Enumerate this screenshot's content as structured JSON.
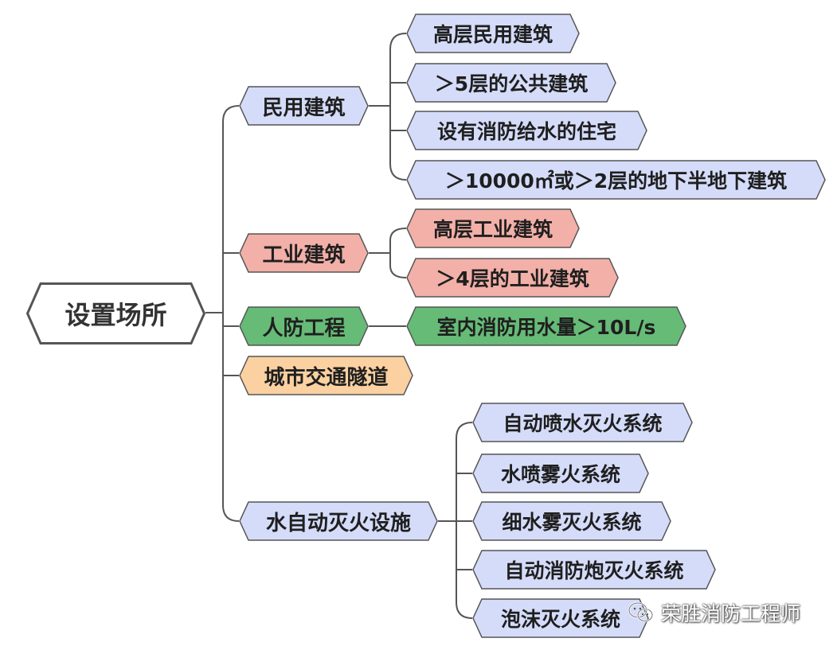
{
  "colors": {
    "blue": "#d5dcf9",
    "red": "#f2b0a8",
    "green": "#66bb77",
    "orange": "#fbd1a1",
    "root": "#ffffff",
    "stroke": "#555555",
    "line": "#555555"
  },
  "root": {
    "label": "设置场所"
  },
  "branches": [
    {
      "label": "民用建筑",
      "color": "blue",
      "children": [
        "高层民用建筑",
        "＞5层的公共建筑",
        "设有消防给水的住宅",
        "＞10000㎡或＞2层的地下半地下建筑"
      ]
    },
    {
      "label": "工业建筑",
      "color": "red",
      "children": [
        "高层工业建筑",
        "＞4层的工业建筑"
      ]
    },
    {
      "label": "人防工程",
      "color": "green",
      "children": [
        "室内消防用水量＞10L/s"
      ]
    },
    {
      "label": "城市交通隧道",
      "color": "orange",
      "children": []
    },
    {
      "label": "水自动灭火设施",
      "color": "blue",
      "children": [
        "自动喷水灭火系统",
        "水喷雾火系统",
        "细水雾灭火系统",
        "自动消防炮灭火系统",
        "泡沫灭火系统"
      ]
    }
  ],
  "watermark": {
    "text": "荣胜消防工程师",
    "icon": "wechat-icon"
  }
}
